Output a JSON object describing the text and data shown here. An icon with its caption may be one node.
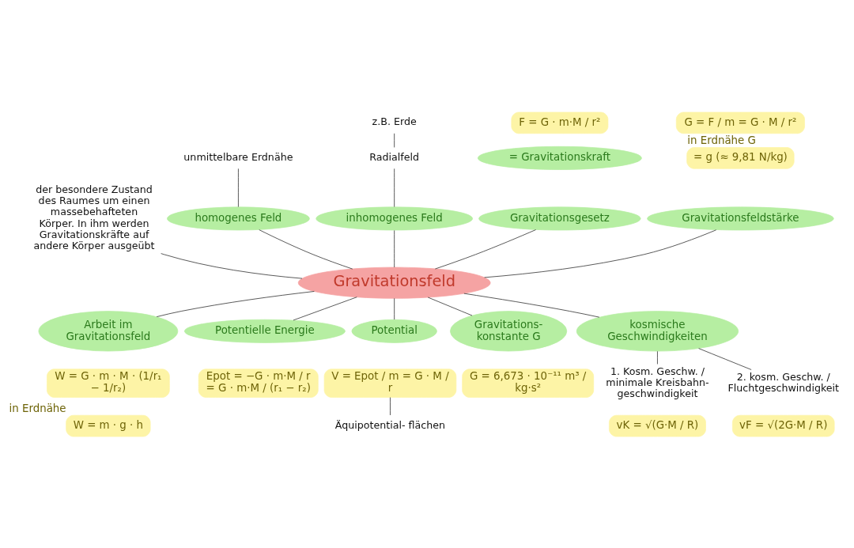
{
  "diagram": {
    "nodes": [
      {
        "text": [
          "Gravitationsfeld"
        ]
      },
      {
        "text": [
          "der besondere Zustand des Raumes um einen massebehafteten Körper. In ihm werden Gravitationskräfte auf andere Körper ausgeübt"
        ]
      },
      {
        "text": [
          "homogenes Feld"
        ]
      },
      {
        "text": [
          "unmittelbare Erdnähe"
        ]
      },
      {
        "text": [
          "inhomogenes Feld"
        ]
      },
      {
        "text": [
          "Radialfeld"
        ]
      },
      {
        "text": [
          "z.B. Erde"
        ]
      },
      {
        "text": [
          "Gravitationsgesetz"
        ]
      },
      {
        "text": [
          "F = G · m·M / r²"
        ]
      },
      {
        "text": [
          "= Gravitationskraft"
        ]
      },
      {
        "text": [
          "Gravitationsfeldstärke"
        ]
      },
      {
        "text": [
          "G = F / m = G · M / r²"
        ]
      },
      {
        "text": [
          "= g (≈ 9,81 N/kg)"
        ],
        "beside": [
          "in Erdnähe G"
        ]
      },
      {
        "text": [
          "Arbeit im Gravitationsfeld"
        ]
      },
      {
        "text": [
          "W = G · m · M · (1/r₁ − 1/r₂)"
        ]
      },
      {
        "text": [
          "W = m · g · h"
        ],
        "beside": [
          "in Erdnähe"
        ]
      },
      {
        "text": [
          "Potentielle Energie"
        ]
      },
      {
        "text": [
          "Epot = −G · m·M / r",
          "= G · m·M / (r₁ − r₂)"
        ]
      },
      {
        "text": [
          "Potential"
        ]
      },
      {
        "text": [
          "V = Epot / m = G · M / r"
        ]
      },
      {
        "text": [
          "Äquipotential- flächen"
        ]
      },
      {
        "text": [
          "Gravitations- konstante G"
        ]
      },
      {
        "text": [
          "G = 6,673 · 10⁻¹¹ m³ / kg·s²"
        ]
      },
      {
        "text": [
          "kosmische Geschwindigkeiten"
        ]
      },
      {
        "text": [
          "1. Kosm. Geschw. / minimale Kreisbahn- geschwindigkeit"
        ]
      },
      {
        "text": [
          "vK = √(G·M / R)"
        ]
      },
      {
        "text": [
          "2. kosm. Geschw. / Fluchtgeschwindigkeit"
        ]
      },
      {
        "text": [
          "vF = √(2G·M / R)"
        ]
      }
    ],
    "edges": [
      {
        "from": 1,
        "to": 0,
        "arrow": "none"
      },
      {
        "from": 2,
        "to": 0,
        "arrow": "none"
      },
      {
        "from": 3,
        "to": 2,
        "arrow": "none"
      },
      {
        "from": 4,
        "to": 0,
        "arrow": "none"
      },
      {
        "from": 5,
        "to": 4,
        "arrow": "none"
      },
      {
        "from": 6,
        "to": 5,
        "arrow": "none"
      },
      {
        "from": 7,
        "to": 0,
        "arrow": "none"
      },
      {
        "from": 10,
        "to": 0,
        "arrow": "none"
      },
      {
        "from": 0,
        "to": 13,
        "arrow": "none"
      },
      {
        "from": 0,
        "to": 16,
        "arrow": "none"
      },
      {
        "from": 0,
        "to": 18,
        "arrow": "none"
      },
      {
        "from": 19,
        "to": 20,
        "arrow": "none"
      },
      {
        "from": 0,
        "to": 21,
        "arrow": "none"
      },
      {
        "from": 0,
        "to": 23,
        "arrow": "none"
      },
      {
        "from": 23,
        "to": 24,
        "arrow": "none"
      },
      {
        "from": 23,
        "to": 26,
        "arrow": "none"
      }
    ]
  }
}
